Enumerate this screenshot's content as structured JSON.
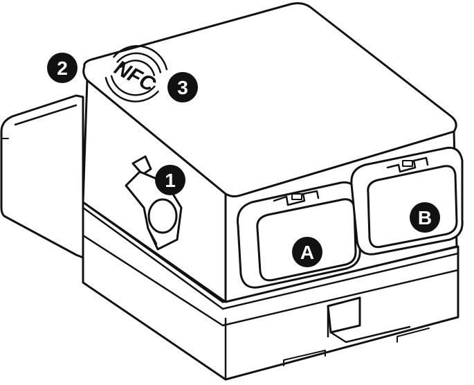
{
  "device": {
    "nfc_logo_text": "NFC",
    "stroke_color": "#111111",
    "fill_color": "#ffffff"
  },
  "callouts": [
    {
      "id": "callout-1",
      "label": "1",
      "icon": "filled-circle-number"
    },
    {
      "id": "callout-2",
      "label": "2",
      "icon": "filled-circle-number"
    },
    {
      "id": "callout-3",
      "label": "3",
      "icon": "filled-circle-number"
    }
  ],
  "ports": [
    {
      "id": "port-a",
      "label": "A"
    },
    {
      "id": "port-b",
      "label": "B"
    }
  ]
}
